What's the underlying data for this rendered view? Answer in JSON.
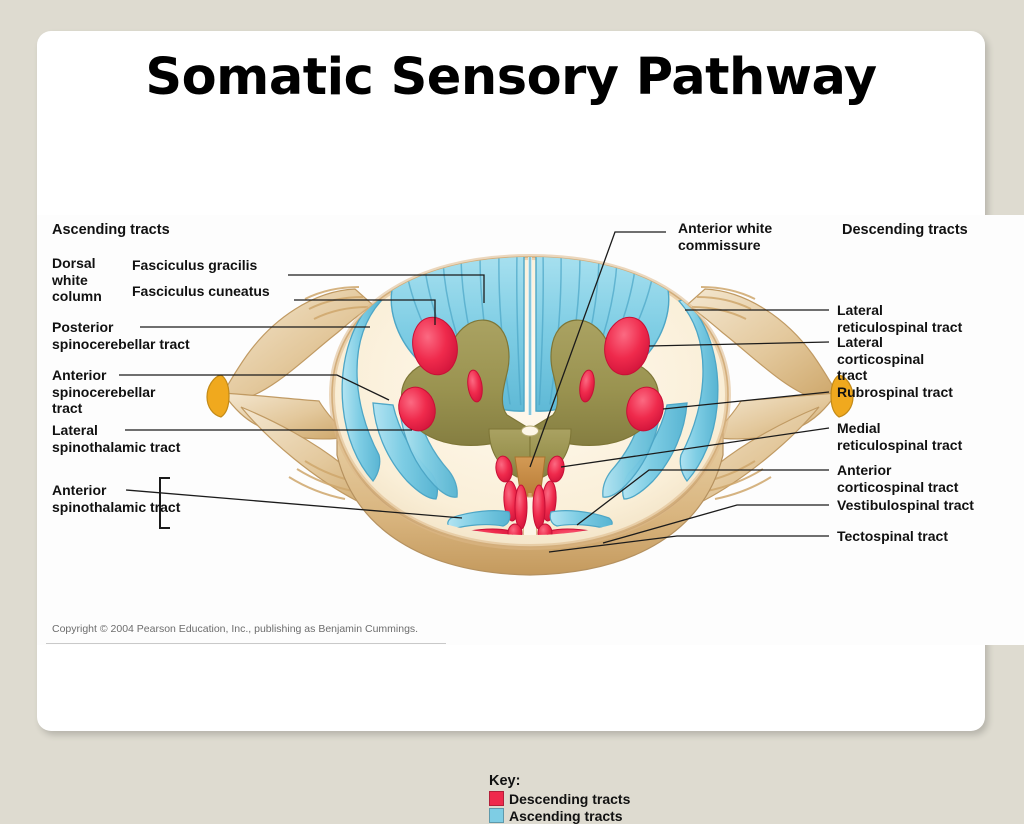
{
  "slide": {
    "title": "Somatic Sensory Pathway",
    "background_color": "#dedbd0",
    "panel_color": "#ffffff"
  },
  "figure": {
    "left_heading": "Ascending tracts",
    "right_heading": "Descending tracts",
    "top_label": "Anterior white\ncommissure",
    "top_label_line1": "Anterior white",
    "top_label_line2": "commissure",
    "copyright": "Copyright © 2004 Pearson Education, Inc., publishing as Benjamin Cummings.",
    "left_labels": [
      {
        "id": "dorsal-white-column",
        "text": "Dorsal\nwhite\ncolumn",
        "bracketed": true
      },
      {
        "id": "fasciculus-gracilis",
        "text": "Fasciculus gracilis"
      },
      {
        "id": "fasciculus-cuneatus",
        "text": "Fasciculus cuneatus"
      },
      {
        "id": "posterior-spinocerebellar-tract",
        "text": "Posterior\nspinocerebellar tract"
      },
      {
        "id": "anterior-spinocerebellar-tract",
        "text": "Anterior\nspinocerebellar\ntract"
      },
      {
        "id": "lateral-spinothalamic-tract",
        "text": "Lateral\nspinothalamic tract"
      },
      {
        "id": "anterior-spinothalamic-tract",
        "text": "Anterior\nspinothalamic tract"
      }
    ],
    "right_labels": [
      {
        "id": "lateral-reticulospinal-tract",
        "text": "Lateral\nreticulospinal tract"
      },
      {
        "id": "lateral-corticospinal-tract",
        "text": "Lateral\ncorticospinal\ntract"
      },
      {
        "id": "rubrospinal-tract",
        "text": "Rubrospinal tract"
      },
      {
        "id": "medial-reticulospinal-tract",
        "text": "Medial\nreticulospinal tract"
      },
      {
        "id": "anterior-corticospinal-tract",
        "text": "Anterior\ncorticospinal tract"
      },
      {
        "id": "vestibulospinal-tract",
        "text": "Vestibulospinal tract"
      },
      {
        "id": "tectospinal-tract",
        "text": "Tectospinal tract"
      }
    ],
    "key": {
      "title": "Key:",
      "entries": [
        {
          "label": "Descending tracts",
          "color": "#ef2a4c"
        },
        {
          "label": "Ascending tracts",
          "color": "#7ecde4"
        }
      ]
    },
    "colors": {
      "ascending_blue": "#7ecde4",
      "descending_red": "#ef2a4c",
      "gray_matter": "#9a9350",
      "white_matter": "#fbf2de",
      "nerve_tan": "#e2c79a",
      "nerve_cut_orange": "#f0a91e",
      "outline": "#b5915f",
      "leader_line": "#1b1b1b"
    }
  }
}
